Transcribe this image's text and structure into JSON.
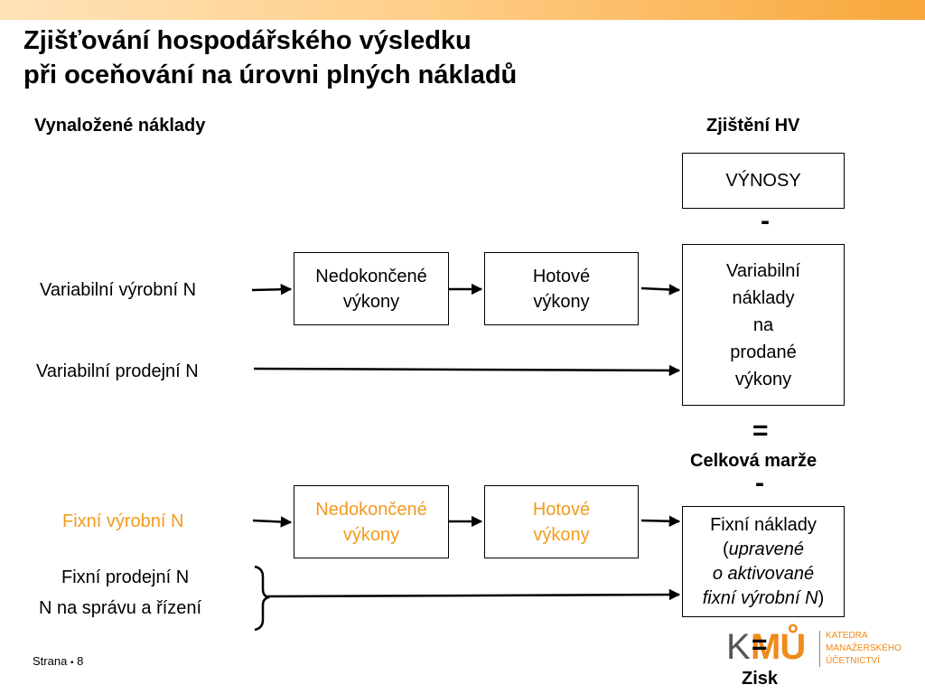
{
  "title": {
    "line1": "Zjišťování hospodářského výsledku",
    "line2": "při oceňování na úrovni plných nákladů"
  },
  "headers": {
    "left": "Vynaložené náklady",
    "right": "Zjištění HV"
  },
  "left_labels": {
    "var_production": "Variabilní výrobní N",
    "var_sales": "Variabilní prodejní N",
    "fixed_production": "Fixní výrobní N",
    "fixed_sales": "Fixní prodejní N",
    "admin": "N na správu a řízení"
  },
  "boxes": {
    "wip_top": [
      "Nedokončené",
      "výkony"
    ],
    "finished_top": [
      "Hotové",
      "výkony"
    ],
    "wip_bottom": [
      "Nedokončené",
      "výkony"
    ],
    "finished_bottom": [
      "Hotové",
      "výkony"
    ],
    "revenue": "VÝNOSY",
    "variable_costs": [
      "Variabilní",
      "náklady",
      "na",
      "prodané",
      "výkony"
    ],
    "fixed_costs": {
      "line1": "Fixní náklady",
      "open_paren": "(",
      "italic1": "upravené",
      "italic2": "o aktivované",
      "italic3": "fixní výrobní N",
      "close_paren": ")"
    }
  },
  "operators": {
    "minus1": "-",
    "equals1": "=",
    "minus2": "-",
    "equals2": "="
  },
  "results": {
    "total_margin": "Celková marže",
    "profit": "Zisk"
  },
  "footer": {
    "page_label": "Strana",
    "bullet": "▪",
    "page_number": "8"
  },
  "logo": {
    "letters_k": "K",
    "letters_mu": "MŮ",
    "line1": "KATEDRA",
    "line2": "MANAŽERSKÉHO",
    "line3": "ÚČETNICTVÍ"
  },
  "colors": {
    "accent_orange": "#f39a1e",
    "logo_orange": "#f08a1a"
  }
}
